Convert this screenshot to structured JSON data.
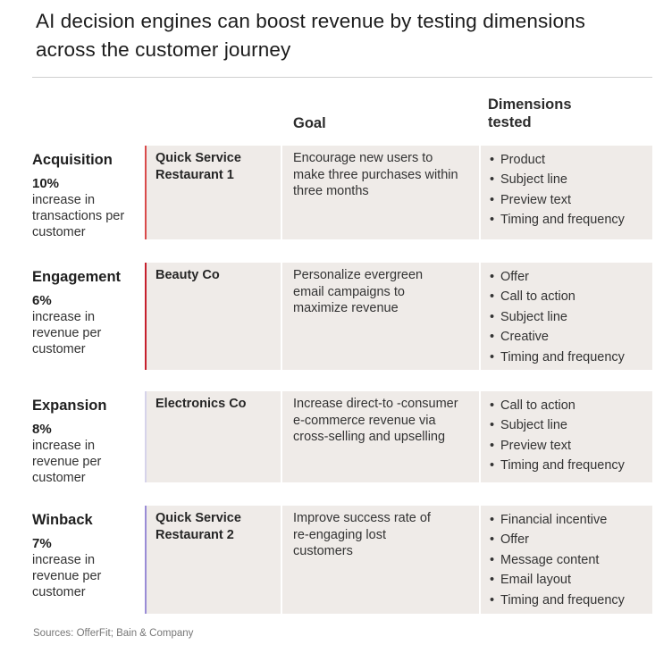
{
  "title": "AI decision engines can boost revenue by testing dimensions across the customer journey",
  "headers": {
    "goal": "Goal",
    "dimensions": "Dimensions tested"
  },
  "rows": [
    {
      "stage": "Acquisition",
      "pct": "10%",
      "desc": "increase in transactions per customer",
      "company": "Quick Service Restaurant 1",
      "goal": "Encourage new users to make three purchases within three months",
      "dimensions": [
        "Product",
        "Subject line",
        "Preview text",
        "Timing and frequency"
      ],
      "accent": "#d94a4a"
    },
    {
      "stage": "Engagement",
      "pct": "6%",
      "desc": "increase in revenue per customer",
      "company": "Beauty Co",
      "goal": "Personalize evergreen email campaigns to maximize revenue",
      "dimensions": [
        "Offer",
        "Call to action",
        "Subject line",
        "Creative",
        "Timing and frequency"
      ],
      "accent": "#c6202d"
    },
    {
      "stage": "Expansion",
      "pct": "8%",
      "desc": "increase in revenue per customer",
      "company": "Electronics Co",
      "goal": "Increase direct-to -consumer e-commerce revenue via cross-selling and upselling",
      "dimensions": [
        "Call to action",
        "Subject line",
        "Preview text",
        "Timing and frequency"
      ],
      "accent": "#d6d3ea"
    },
    {
      "stage": "Winback",
      "pct": "7%",
      "desc": "increase in revenue per customer",
      "company": "Quick Service Restaurant 2",
      "goal": "Improve success rate of re-engaging lost customers",
      "dimensions": [
        "Financial incentive",
        "Offer",
        "Message content",
        "Email layout",
        "Timing and frequency"
      ],
      "accent": "#9a8cd6"
    }
  ],
  "source": "Sources: OfferFit; Bain & Company"
}
